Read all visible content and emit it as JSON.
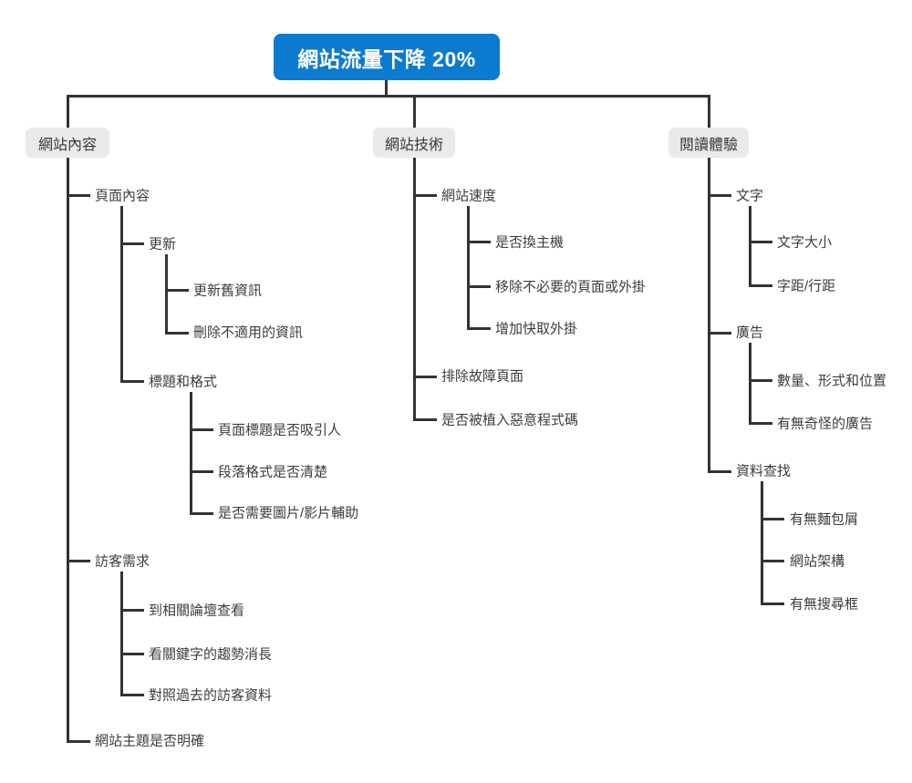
{
  "colors": {
    "root_background": "#0b7bd0",
    "root_text": "#ffffff",
    "branch_background": "#eaeaea",
    "connector_line": "#333333",
    "node_text": "#3c3c3c"
  },
  "root": {
    "label": "網站流量下降 20%"
  },
  "branches": [
    {
      "label": "網站內容",
      "children": [
        {
          "label": "頁面內容",
          "children": [
            {
              "label": "更新",
              "children": [
                {
                  "label": "更新舊資訊"
                },
                {
                  "label": "刪除不適用的資訊"
                }
              ]
            },
            {
              "label": "標題和格式",
              "children": [
                {
                  "label": "頁面標題是否吸引人"
                },
                {
                  "label": "段落格式是否清楚"
                },
                {
                  "label": "是否需要圖片/影片輔助"
                }
              ]
            }
          ]
        },
        {
          "label": "訪客需求",
          "children": [
            {
              "label": "到相關論壇查看"
            },
            {
              "label": "看關鍵字的趨勢消長"
            },
            {
              "label": "對照過去的訪客資料"
            }
          ]
        },
        {
          "label": "網站主題是否明確"
        }
      ]
    },
    {
      "label": "網站技術",
      "children": [
        {
          "label": "網站速度",
          "children": [
            {
              "label": "是否換主機"
            },
            {
              "label": "移除不必要的頁面或外掛"
            },
            {
              "label": "增加快取外掛"
            }
          ]
        },
        {
          "label": "排除故障頁面"
        },
        {
          "label": "是否被植入惡意程式碼"
        }
      ]
    },
    {
      "label": "閱讀體驗",
      "children": [
        {
          "label": "文字",
          "children": [
            {
              "label": "文字大小"
            },
            {
              "label": "字距/行距"
            }
          ]
        },
        {
          "label": "廣告",
          "children": [
            {
              "label": "數量、形式和位置"
            },
            {
              "label": "有無奇怪的廣告"
            }
          ]
        },
        {
          "label": "資料查找",
          "children": [
            {
              "label": "有無麵包屑"
            },
            {
              "label": "網站架構"
            },
            {
              "label": "有無搜尋框"
            }
          ]
        }
      ]
    }
  ]
}
